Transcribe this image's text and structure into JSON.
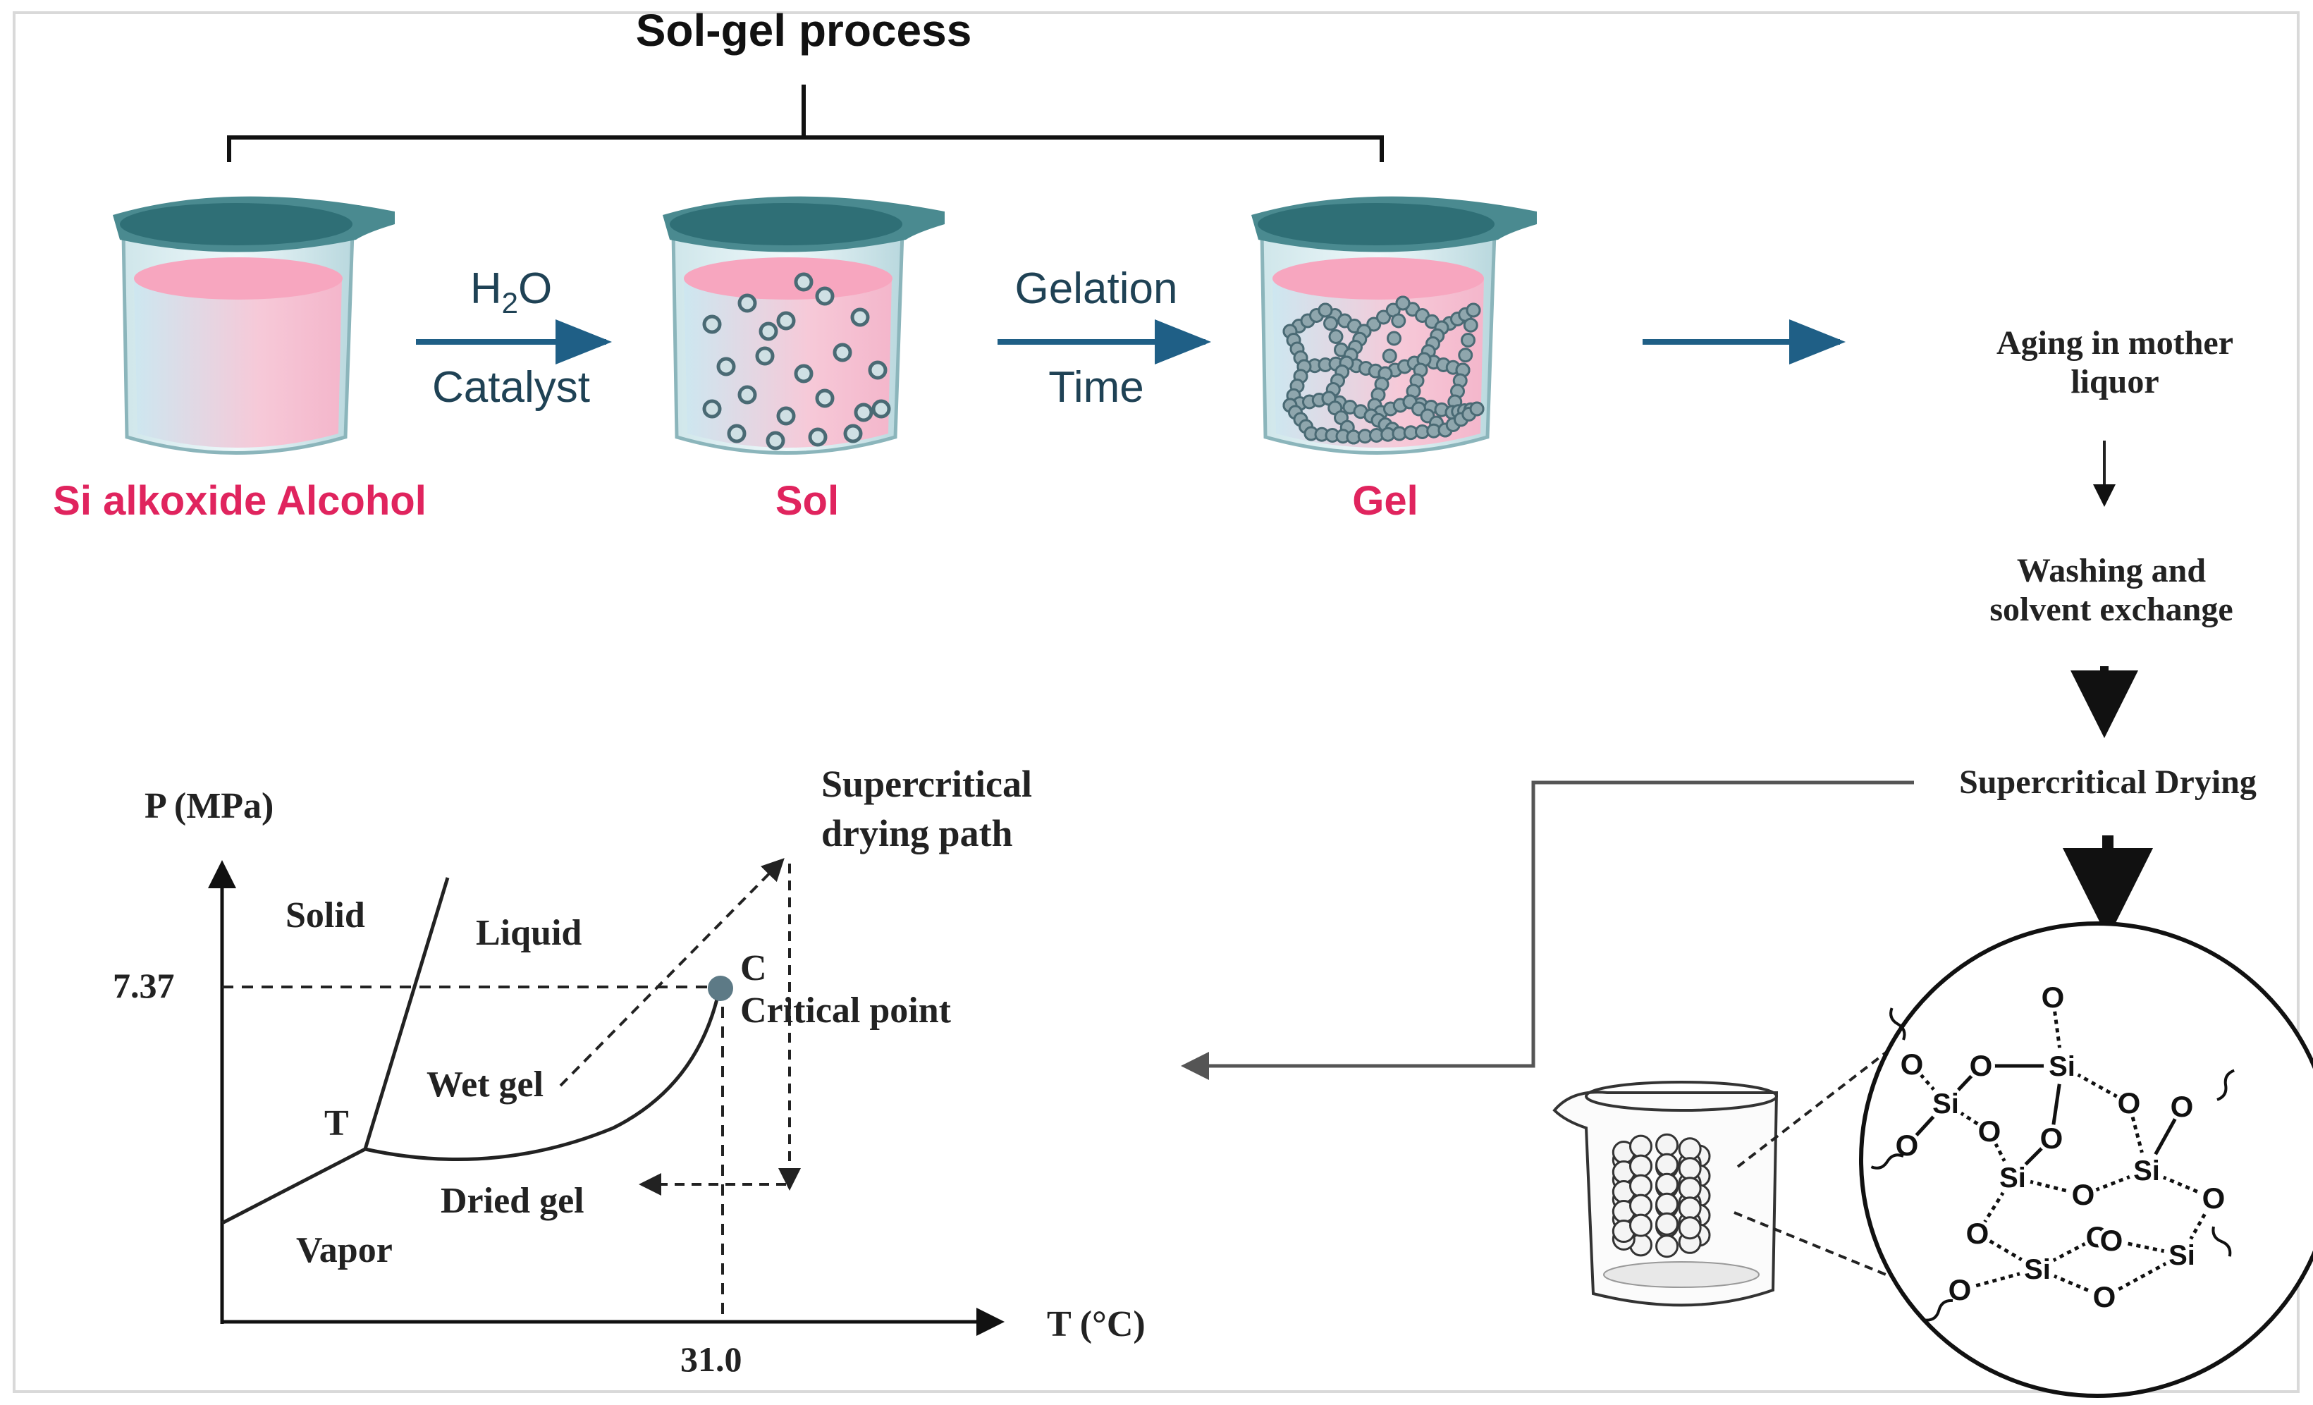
{
  "title": "Sol-gel process",
  "beakers": [
    {
      "label": "Si alkoxide Alcohol"
    },
    {
      "label": "Sol"
    },
    {
      "label": "Gel"
    }
  ],
  "arrow_h2o": {
    "top_main": "H",
    "top_sub": "2",
    "top_end": "O",
    "bottom": "Catalyst"
  },
  "arrow_gelation": {
    "top": "Gelation",
    "bottom": "Time"
  },
  "steps": {
    "aging_line1": "Aging in mother",
    "aging_line2": "liquor",
    "washing_line1": "Washing and",
    "washing_line2": "solvent exchange",
    "drying": "Supercritical Drying"
  },
  "phase_diagram": {
    "y_axis_label": "P (MPa)",
    "x_axis_label": "T (°C)",
    "y_tick": "7.37",
    "x_tick": "31.0",
    "regions": {
      "solid": "Solid",
      "liquid": "Liquid",
      "vapor": "Vapor",
      "wet_gel": "Wet gel",
      "dried_gel": "Dried gel"
    },
    "triple_point": "T",
    "critical_letter": "C",
    "critical_label": "Critical point",
    "path_line1": "Supercritical",
    "path_line2": "drying path"
  },
  "molecule": {
    "si": "Si",
    "o": "O"
  },
  "colors": {
    "pink_label": "#e0245e",
    "beaker_rim": "#4a8a90",
    "liquid_pink": "#f7a6bf",
    "arrow_blue": "#1f5f86",
    "particle": "#4a6a74"
  }
}
